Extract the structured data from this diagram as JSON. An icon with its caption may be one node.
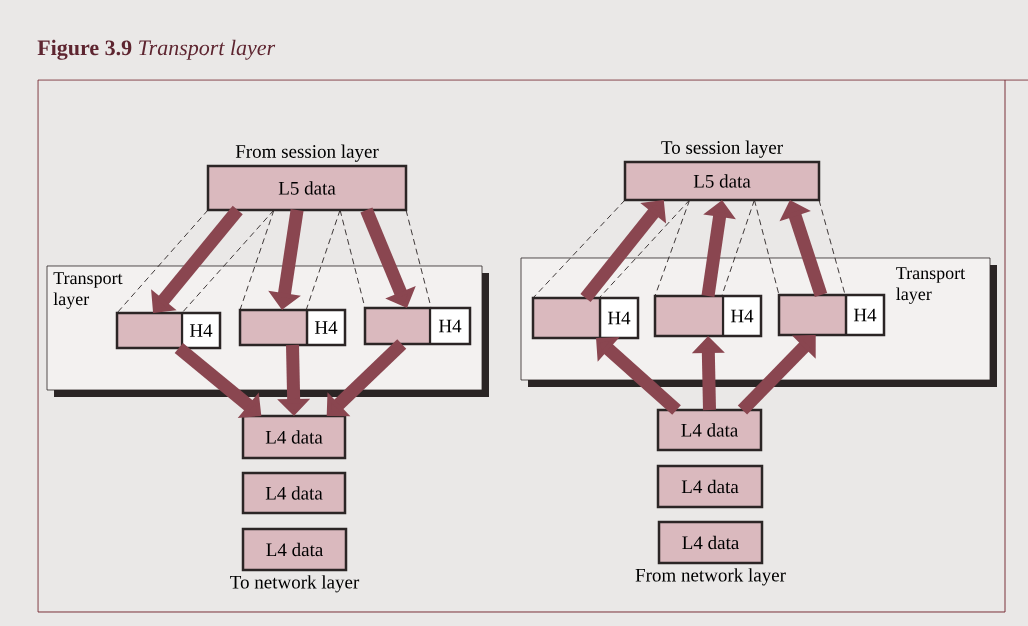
{
  "diagram": {
    "title": "**Figure 3.9** *Transport layer*",
    "nodes": [
      {
        "text": [
          "L5 data"
        ],
        "beside": [
          "From session layer"
        ]
      },
      {
        "text": [
          "Transport layer"
        ]
      },
      {
        "text": [
          "H4"
        ],
        "in": 1
      },
      {
        "text": [
          "H4"
        ],
        "in": 1
      },
      {
        "text": [
          "H4"
        ],
        "in": 1
      },
      {
        "text": [
          "L4 data"
        ]
      },
      {
        "text": [
          "L4 data"
        ]
      },
      {
        "text": [
          "L4 data"
        ],
        "beside": [
          "To network layer"
        ]
      },
      {
        "text": [
          "L5 data"
        ],
        "beside": [
          "To session layer"
        ]
      },
      {
        "text": [
          "Transport layer"
        ]
      },
      {
        "text": [
          "H4"
        ],
        "in": 9
      },
      {
        "text": [
          "H4"
        ],
        "in": 9
      },
      {
        "text": [
          "H4"
        ],
        "in": 9
      },
      {
        "text": [
          "L4 data"
        ]
      },
      {
        "text": [
          "L4 data"
        ]
      },
      {
        "text": [
          "L4 data"
        ],
        "beside": [
          "From network layer"
        ]
      }
    ],
    "edges": [
      {
        "from": 0,
        "to": 2,
        "arrow": "to",
        "style": "thick",
        "color": "#8a4650"
      },
      {
        "from": 0,
        "to": 3,
        "arrow": "to",
        "style": "thick",
        "color": "#8a4650"
      },
      {
        "from": 0,
        "to": 4,
        "arrow": "to",
        "style": "thick",
        "color": "#8a4650"
      },
      {
        "from": 0,
        "to": 2,
        "arrow": "none",
        "style": "dashed",
        "color": "#2b2525"
      },
      {
        "from": 0,
        "to": 2,
        "arrow": "none",
        "style": "dashed",
        "color": "#2b2525"
      },
      {
        "from": 0,
        "to": 3,
        "arrow": "none",
        "style": "dashed",
        "color": "#2b2525"
      },
      {
        "from": 0,
        "to": 3,
        "arrow": "none",
        "style": "dashed",
        "color": "#2b2525"
      },
      {
        "from": 0,
        "to": 4,
        "arrow": "none",
        "style": "dashed",
        "color": "#2b2525"
      },
      {
        "from": 0,
        "to": 4,
        "arrow": "none",
        "style": "dashed",
        "color": "#2b2525"
      },
      {
        "from": 2,
        "to": 5,
        "arrow": "to",
        "style": "thick",
        "color": "#8a4650"
      },
      {
        "from": 3,
        "to": 5,
        "arrow": "to",
        "style": "thick",
        "color": "#8a4650"
      },
      {
        "from": 4,
        "to": 5,
        "arrow": "to",
        "style": "thick",
        "color": "#8a4650"
      },
      {
        "from": 10,
        "to": 8,
        "arrow": "to",
        "style": "thick",
        "color": "#8a4650"
      },
      {
        "from": 11,
        "to": 8,
        "arrow": "to",
        "style": "thick",
        "color": "#8a4650"
      },
      {
        "from": 12,
        "to": 8,
        "arrow": "to",
        "style": "thick",
        "color": "#8a4650"
      },
      {
        "from": 8,
        "to": 10,
        "arrow": "none",
        "style": "dashed",
        "color": "#2b2525"
      },
      {
        "from": 8,
        "to": 10,
        "arrow": "none",
        "style": "dashed",
        "color": "#2b2525"
      },
      {
        "from": 8,
        "to": 11,
        "arrow": "none",
        "style": "dashed",
        "color": "#2b2525"
      },
      {
        "from": 8,
        "to": 11,
        "arrow": "none",
        "style": "dashed",
        "color": "#2b2525"
      },
      {
        "from": 8,
        "to": 12,
        "arrow": "none",
        "style": "dashed",
        "color": "#2b2525"
      },
      {
        "from": 8,
        "to": 12,
        "arrow": "none",
        "style": "dashed",
        "color": "#2b2525"
      },
      {
        "from": 13,
        "to": 10,
        "arrow": "to",
        "style": "thick",
        "color": "#8a4650"
      },
      {
        "from": 13,
        "to": 11,
        "arrow": "to",
        "style": "thick",
        "color": "#8a4650"
      },
      {
        "from": 13,
        "to": 12,
        "arrow": "to",
        "style": "thick",
        "color": "#8a4650"
      }
    ]
  }
}
